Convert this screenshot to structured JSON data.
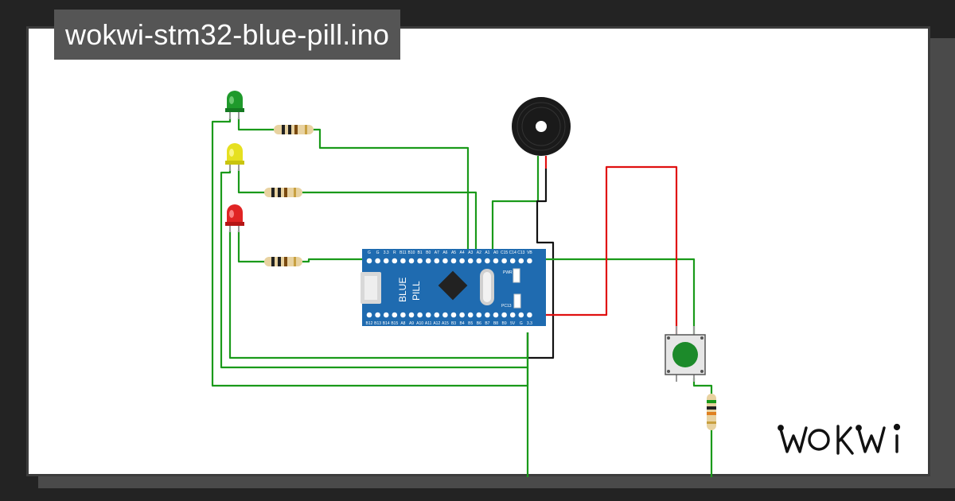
{
  "project": {
    "filename": "wokwi-stm32-blue-pill.ino"
  },
  "brand": {
    "name": "WOKWI"
  },
  "board": {
    "line1": "BLUE",
    "line2": "PILL",
    "pwr": "PWR",
    "pc13": "PC13",
    "top_pins": [
      "G",
      "G",
      "3.3",
      "R",
      "B11",
      "B10",
      "B1",
      "B0",
      "A7",
      "A6",
      "A5",
      "A4",
      "A3",
      "A2",
      "A1",
      "A0",
      "C15",
      "C14",
      "C13",
      "VB"
    ],
    "bottom_pins": [
      "B12",
      "B13",
      "B14",
      "B15",
      "A8",
      "A9",
      "A10",
      "A11",
      "A12",
      "A15",
      "B3",
      "B4",
      "B5",
      "B6",
      "B7",
      "B8",
      "B9",
      "5V",
      "G",
      "3.3"
    ]
  },
  "components": [
    "green-led",
    "yellow-led",
    "red-led",
    "resistor",
    "buzzer",
    "pushbutton"
  ],
  "colors": {
    "board": "#1f6bb0",
    "wire_green": "#1a9a1a",
    "wire_red": "#e01010",
    "wire_black": "#111111",
    "led_green": "#1f9a2b",
    "led_yellow": "#e6e020",
    "led_red": "#e02424",
    "button_cap": "#1c8a2a"
  }
}
